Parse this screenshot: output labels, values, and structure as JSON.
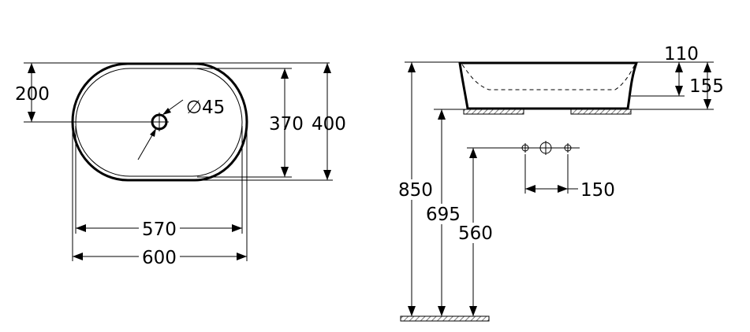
{
  "dimensions": {
    "top_offset": "200",
    "drain_diameter": "∅45",
    "inner_depth": "370",
    "outer_depth": "400",
    "inner_width": "570",
    "outer_width": "600",
    "rim_height": "110",
    "bowl_depth": "155",
    "total_height": "850",
    "counter_height": "695",
    "tap_height": "560",
    "tap_spacing": "150"
  },
  "colors": {
    "line": "#000000",
    "background": "#ffffff",
    "hatch": "#777777"
  }
}
